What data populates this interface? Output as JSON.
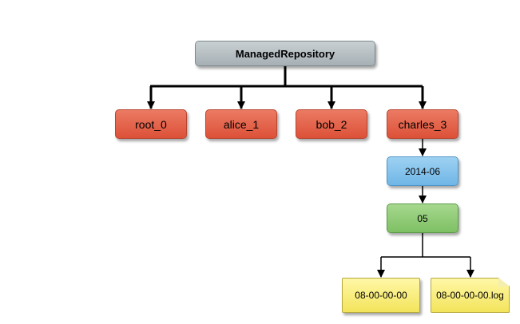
{
  "root": {
    "label": "ManagedRepository"
  },
  "users": [
    "root_0",
    "alice_1",
    "bob_2",
    "charles_3"
  ],
  "month": {
    "label": "2014-06"
  },
  "day": {
    "label": "05"
  },
  "files": [
    "08-00-00-00",
    "08-00-00-00.log"
  ],
  "colors": {
    "root": "#b8c1c5",
    "user": "#e4644c",
    "month": "#86c4ec",
    "day": "#92cc78",
    "file": "#f8ec7e",
    "connector": "#000000"
  }
}
